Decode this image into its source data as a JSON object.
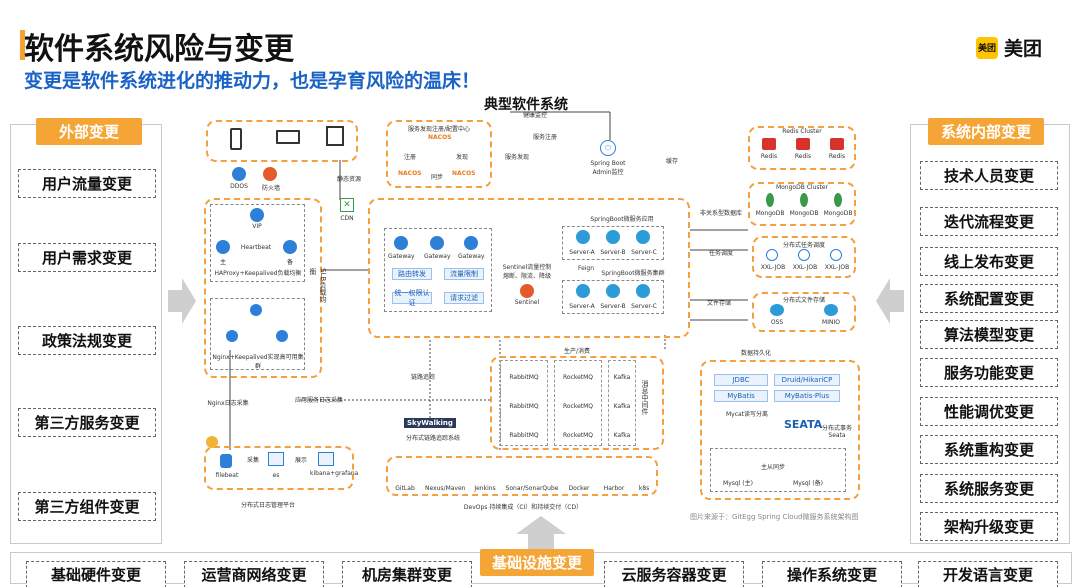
{
  "header": {
    "title": "软件系统风险与变更",
    "subtitle": "变更是软件系统进化的推动力，也是孕育风险的温床！",
    "logo_badge": "美团",
    "logo_text": "美团"
  },
  "left_panel": {
    "heading": "外部变更",
    "items": [
      "用户流量变更",
      "用户需求变更",
      "政策法规变更",
      "第三方服务变更",
      "第三方组件变更"
    ]
  },
  "right_panel": {
    "heading": "系统内部变更",
    "items": [
      "技术人员变更",
      "迭代流程变更",
      "线上发布变更",
      "系统配置变更",
      "算法模型变更",
      "服务功能变更",
      "性能调优变更",
      "系统重构变更",
      "系统服务变更",
      "架构升级变更"
    ]
  },
  "bottom": {
    "heading": "基础设施变更",
    "items": [
      "基础硬件变更",
      "运营商网络变更",
      "机房集群变更",
      "云服务容器变更",
      "操作系统变更",
      "开发语言变更"
    ]
  },
  "diagram": {
    "title": "典型软件系统",
    "caption": "图片来源于：GitEgg Spring Cloud微服务系统架构图",
    "clients": {
      "ddos": "DDOS",
      "firewall": "防火墙"
    },
    "lb": {
      "vip": "VIP",
      "heartbeat": "Heartbeat",
      "master": "主",
      "backup": "备",
      "haproxy": "HAProxy+Keepalived负载均衡",
      "nginx": "Nginx+Keepalived实现高可用集群",
      "slb": "SLB负载均衡"
    },
    "cdn": {
      "label": "CDN",
      "static": "静态资源"
    },
    "nacos": {
      "title": "服务发现注册/配置中心",
      "logo": "NACOS",
      "register": "注册",
      "discover": "发现",
      "sync": "同步"
    },
    "monitor": {
      "label": "Spring Boot Admin监控",
      "health": "健康监控",
      "reg": "服务注册",
      "report": "服务发现"
    },
    "gateway": {
      "items": [
        "Gateway",
        "Gateway",
        "Gateway"
      ],
      "functions": [
        "路由转发",
        "流量限制",
        "统一权限认证",
        "请求过滤"
      ],
      "sentinel": "Sentinel",
      "sentinel_desc": "Sentinel流量控制 熔断、限流、降级"
    },
    "microservices": {
      "title": "SpringBoot微服务应用",
      "row1": [
        "Server-A",
        "Server-B",
        "Server-C"
      ],
      "row2": [
        "Server-A",
        "Server-B",
        "Server-C"
      ],
      "feign": "Feign",
      "cluster": "SpringBoot微服务集群"
    },
    "redis": {
      "title": "Redis Cluster",
      "items": [
        "Redis",
        "Redis",
        "Redis"
      ],
      "label": "缓存"
    },
    "mongo": {
      "title": "MongoDB Cluster",
      "items": [
        "MongoDB",
        "MongoDB",
        "MongoDB"
      ],
      "label": "非关系型数据库"
    },
    "job": {
      "title": "分布式任务调度",
      "items": [
        "XXL-JOB",
        "XXL-JOB",
        "XXL-JOB"
      ],
      "label": "任务调度"
    },
    "oss": {
      "title": "分布式文件存储",
      "items": [
        "OSS",
        "MINIO"
      ],
      "label": "文件存储"
    },
    "mq": {
      "rabbit": [
        "RabbitMQ",
        "RabbitMQ",
        "RabbitMQ"
      ],
      "rocket": [
        "RocketMQ",
        "RocketMQ",
        "RocketMQ"
      ],
      "kafka": [
        "Kafka",
        "Kafka",
        "Kafka"
      ],
      "label": "消息中间件",
      "produce": "生产/消费"
    },
    "db": {
      "jdbc": "JDBC",
      "druid": "Druid/HikariCP",
      "mybatis": "MyBatis",
      "mybatis_plus": "MyBatis-Plus",
      "seata": "SEATA",
      "seata_desc": "分布式事务Seata",
      "mycat": "Mycat读写分离",
      "persist": "数据持久化",
      "master_slave": "主从同步",
      "master": "Mysql (主)",
      "slave": "Mysql (备)"
    },
    "skywalking": {
      "label": "SkyWalking",
      "desc": "分布式链路追踪系统",
      "track": "链路追踪"
    },
    "logging": {
      "filebeat": "filebeat",
      "es": "es",
      "kibana": "kibana+grafana",
      "collect": "采集",
      "view": "展示",
      "desc": "分布式日志管理平台",
      "nginx_log": "Nginx日志采集",
      "app_log": "应用服务日志采集"
    },
    "devops": {
      "tools": [
        "GitLab",
        "Nexus/Maven",
        "Jenkins",
        "Sonar/SonarQube",
        "Docker",
        "Harbor",
        "k8s"
      ],
      "desc": "DevOps 持续集成（CI）和持续交付（CD）"
    }
  }
}
